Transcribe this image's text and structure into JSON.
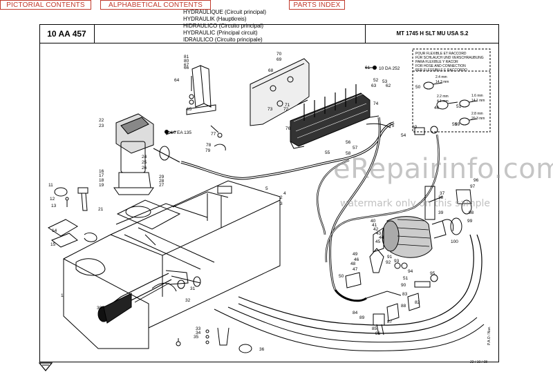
{
  "nav": {
    "pictorial": "PICTORIAL CONTENTS",
    "alphabetical": "ALPHABETICAL CONTENTS",
    "parts_index": "PARTS INDEX"
  },
  "header": {
    "ref": "10 AA 457",
    "titles": [
      "HYDRAULIQUE (Circuit principal)",
      "HYDRAULIK (Hauptkreis)",
      "HIDRAULICO (Circuito principal)",
      "HYDRAULIC (Principal circuit)",
      "IDRAULICO (Circuito principale)"
    ],
    "model": "MT 1745 H SLT MU USA S.2"
  },
  "note_box": {
    "lines": [
      "POUR FLEXIBLE ET RACCORD",
      "FÜR SCHLAUCH UND VERSCHRAUBUNG",
      "PARA FLEXIBLE Y RACOR",
      "FOR HOSE AND CONNECTION",
      "PER FLESSIBILE E RACCORDO"
    ],
    "items": [
      {
        "num": "50",
        "a": "2.4 mm",
        "b": "14.3 mm"
      },
      {
        "num": "51",
        "a": "1.6 mm",
        "b": "14.1 mm"
      },
      {
        "num": "46",
        "a": "2.2 mm",
        "b": "4.1 mm"
      },
      {
        "num": "59",
        "a": "2.8 mm",
        "b": "20.3 mm"
      }
    ]
  },
  "references": {
    "left": "10 EA 135",
    "right": "10 DA 252"
  },
  "callouts": {
    "tank_area": [
      "1",
      "2",
      "3",
      "4",
      "5",
      "11",
      "12",
      "13",
      "14",
      "15",
      "16",
      "17",
      "18",
      "19",
      "21",
      "22",
      "23",
      "24",
      "25",
      "26",
      "27",
      "28",
      "29",
      "30",
      "31",
      "32",
      "33",
      "34",
      "35",
      "36"
    ],
    "bracket_area": [
      "60",
      "61",
      "62",
      "63",
      "64",
      "65",
      "66",
      "67",
      "68",
      "69",
      "70",
      "71",
      "72",
      "73",
      "74",
      "75",
      "76",
      "77",
      "78",
      "79",
      "80",
      "81"
    ],
    "valve_area": [
      "52",
      "53",
      "54",
      "55",
      "56",
      "57",
      "58",
      "59"
    ],
    "pump_area": [
      "37",
      "38",
      "39",
      "40",
      "41",
      "42",
      "43",
      "44",
      "45",
      "46",
      "47",
      "48",
      "49",
      "50",
      "51",
      "82",
      "83",
      "84",
      "85",
      "86",
      "87",
      "88",
      "89",
      "90",
      "91",
      "92",
      "93",
      "94",
      "95",
      "96",
      "97",
      "98",
      "99",
      "100"
    ]
  },
  "watermark": {
    "main": "eRepairinfo.com",
    "sub": "watermark only on this sample"
  },
  "footer": {
    "date": "22 / 10 / 08",
    "stamp": "P.A.O / Nue."
  }
}
